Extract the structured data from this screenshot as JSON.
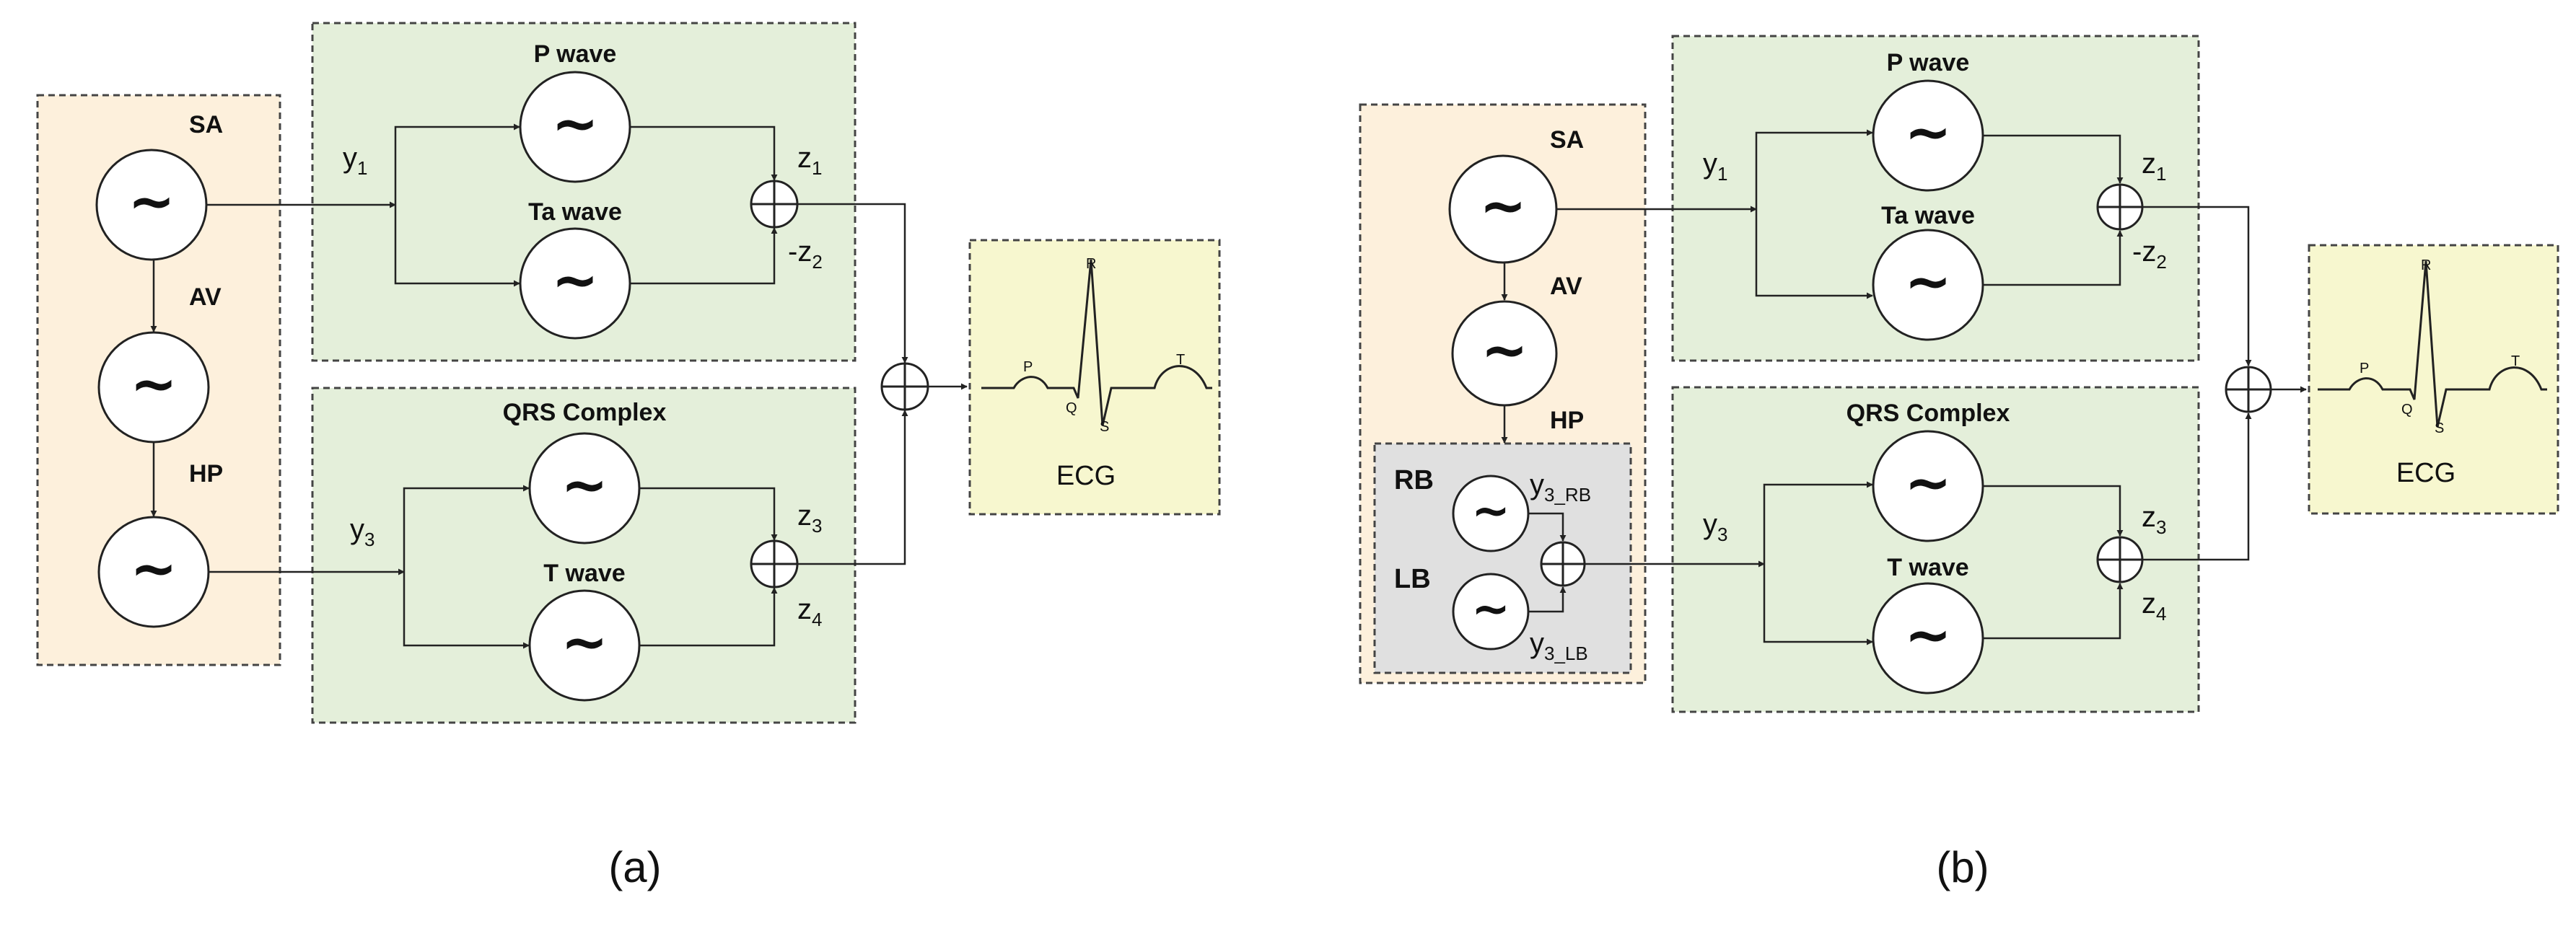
{
  "colors": {
    "node_panel": "#fdf0dc",
    "wave_panel": "#e4efda",
    "ecg_panel": "#f7f7cf",
    "bundle_panel": "#e0e0e0",
    "stroke": "#222222"
  },
  "oscillator_symbol": "~",
  "sum_symbol": "⊕",
  "panel_a": {
    "caption": "(a)",
    "nodes": {
      "sa": "SA",
      "av": "AV",
      "hp": "HP"
    },
    "top_group": {
      "input": "y",
      "input_sub": "1",
      "wave1": "P wave",
      "wave2": "Ta wave",
      "out1": "z",
      "out1_sub": "1",
      "out2": "-z",
      "out2_sub": "2"
    },
    "bottom_group": {
      "title": "QRS Complex",
      "input": "y",
      "input_sub": "3",
      "wave2": "T wave",
      "out1": "z",
      "out1_sub": "3",
      "out2": "z",
      "out2_sub": "4"
    },
    "ecg": {
      "label": "ECG",
      "p": "P",
      "r": "R",
      "q": "Q",
      "s": "S",
      "t": "T"
    }
  },
  "panel_b": {
    "caption": "(b)",
    "nodes": {
      "sa": "SA",
      "av": "AV",
      "hp": "HP"
    },
    "bundle": {
      "rb": "RB",
      "lb": "LB",
      "rb_out": "y",
      "rb_out_sub": "3_RB",
      "lb_out": "y",
      "lb_out_sub": "3_LB"
    },
    "top_group": {
      "input": "y",
      "input_sub": "1",
      "wave1": "P wave",
      "wave2": "Ta wave",
      "out1": "z",
      "out1_sub": "1",
      "out2": "-z",
      "out2_sub": "2"
    },
    "bottom_group": {
      "title": "QRS Complex",
      "input": "y",
      "input_sub": "3",
      "wave2": "T wave",
      "out1": "z",
      "out1_sub": "3",
      "out2": "z",
      "out2_sub": "4"
    },
    "ecg": {
      "label": "ECG",
      "p": "P",
      "r": "R",
      "q": "Q",
      "s": "S",
      "t": "T"
    }
  }
}
